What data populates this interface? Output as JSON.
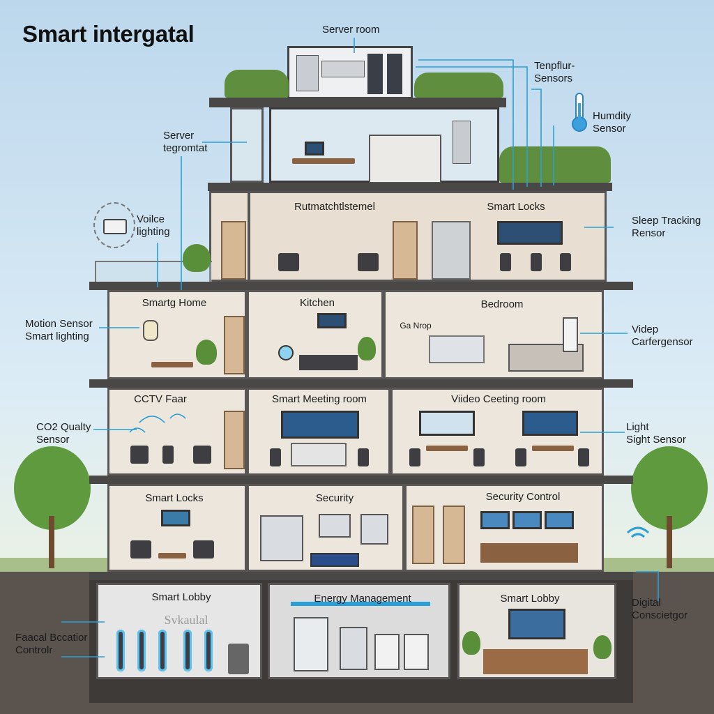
{
  "title": "Smart intergatal",
  "labels": {
    "server_room": "Server room",
    "temp_sensors": "Tenpflur-\nSensors",
    "humidity_sensor": "Humdity\nSensor",
    "server_tegromtat": "Server\ntegromtat",
    "voice_lighting": "Voilce\nlighting",
    "sleep_tracking": "Sleep Tracking\nRensor",
    "motion_sensor": "Motion Sensor\nSmart lighting",
    "video_sensor": "Videp\nCarfergensor",
    "co2_sensor": "CO2 Qualty\nSensor",
    "light_sensor": "Light\nSight Sensor",
    "facial_control": "Faacal Bccatior\nControlr",
    "digital_concierge": "Digital\nConscietgor"
  },
  "rooms": {
    "top_left": "Rutmatchtlstemel",
    "top_right": "Smart Locks",
    "f2_left": "Smartg Home",
    "f2_mid": "Kitchen",
    "f2_right": "Bedroom",
    "f2_right_sub": "Ga Nrop",
    "f3_left": "CCTV Faar",
    "f3_mid": "Smart Meeting room",
    "f3_right": "Viideo Ceeting room",
    "f4_left": "Smart Locks",
    "f4_mid": "Security",
    "f4_right": "Security Control",
    "b_left": "Smart Lobby",
    "b_mid": "Energy Management",
    "b_right": "Smart Lobby",
    "lobby_sign": "Svkaulal"
  },
  "colors": {
    "accent_line": "#2a9fd6",
    "wall": "#ece6dc",
    "slab": "#4a4747"
  },
  "icons": [
    "thermometer-icon",
    "wifi-icon",
    "voice-assistant-icon"
  ]
}
